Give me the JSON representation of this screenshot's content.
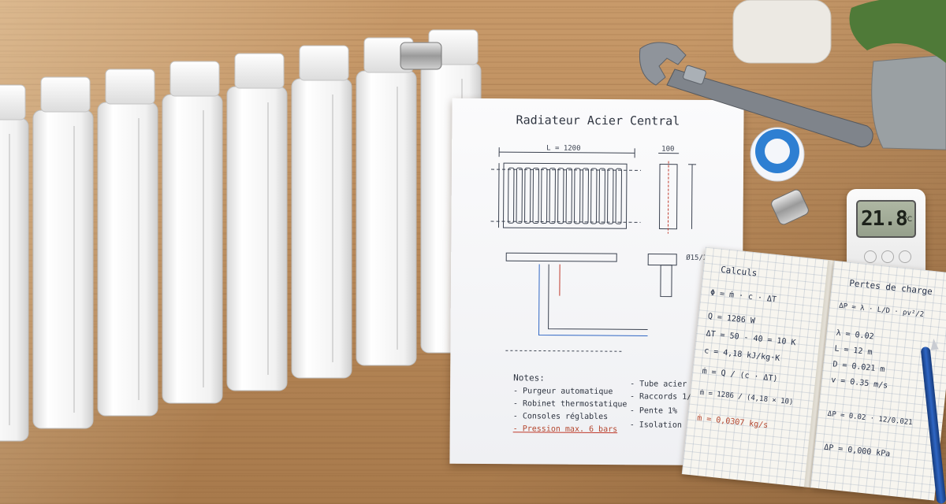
{
  "drawing": {
    "title": "Radiateur Acier Central",
    "dims": {
      "length": "L = 1200",
      "depth": "100",
      "valve": "Ø15/21"
    },
    "notes_title": "Notes:",
    "notes_left": [
      "- Purgeur automatique",
      "- Robinet thermostatique",
      "- Consoles réglables",
      "- Pression max. 6 bars"
    ],
    "notes_right": [
      "- Tube acier Ø15/21",
      "- Raccords 1/2\"",
      "- Pente 1%",
      "- Isolation"
    ]
  },
  "notebook": {
    "left_title": "Calculs",
    "left_lines": [
      "Φ = ṁ · c · ΔT",
      "Q = 1286 W",
      "ΔT = 50 - 40 = 10 K",
      "c = 4,18 kJ/kg·K",
      "ṁ = Q / (c · ΔT)",
      "ṁ = 1286 / (4,18 × 10)",
      "ṁ = 0,0307 kg/s"
    ],
    "right_title": "Pertes de charge",
    "right_lines": [
      "ΔP = λ · L/D · ρv²/2",
      "λ = 0.02",
      "L = 12 m",
      "D = 0.021 m",
      "v = 0.35 m/s",
      "ΔP = 0.02 · 12/0.021",
      "ΔP = 0,000 kPa"
    ]
  },
  "thermometer": {
    "reading": "21.8",
    "unit": "°C"
  },
  "colors": {
    "wood": "#b98a5a",
    "radiator": "#f4f4f4",
    "ink": "#2e3440",
    "red_ink": "#b4462e",
    "blue_ink": "#2f66c4"
  }
}
